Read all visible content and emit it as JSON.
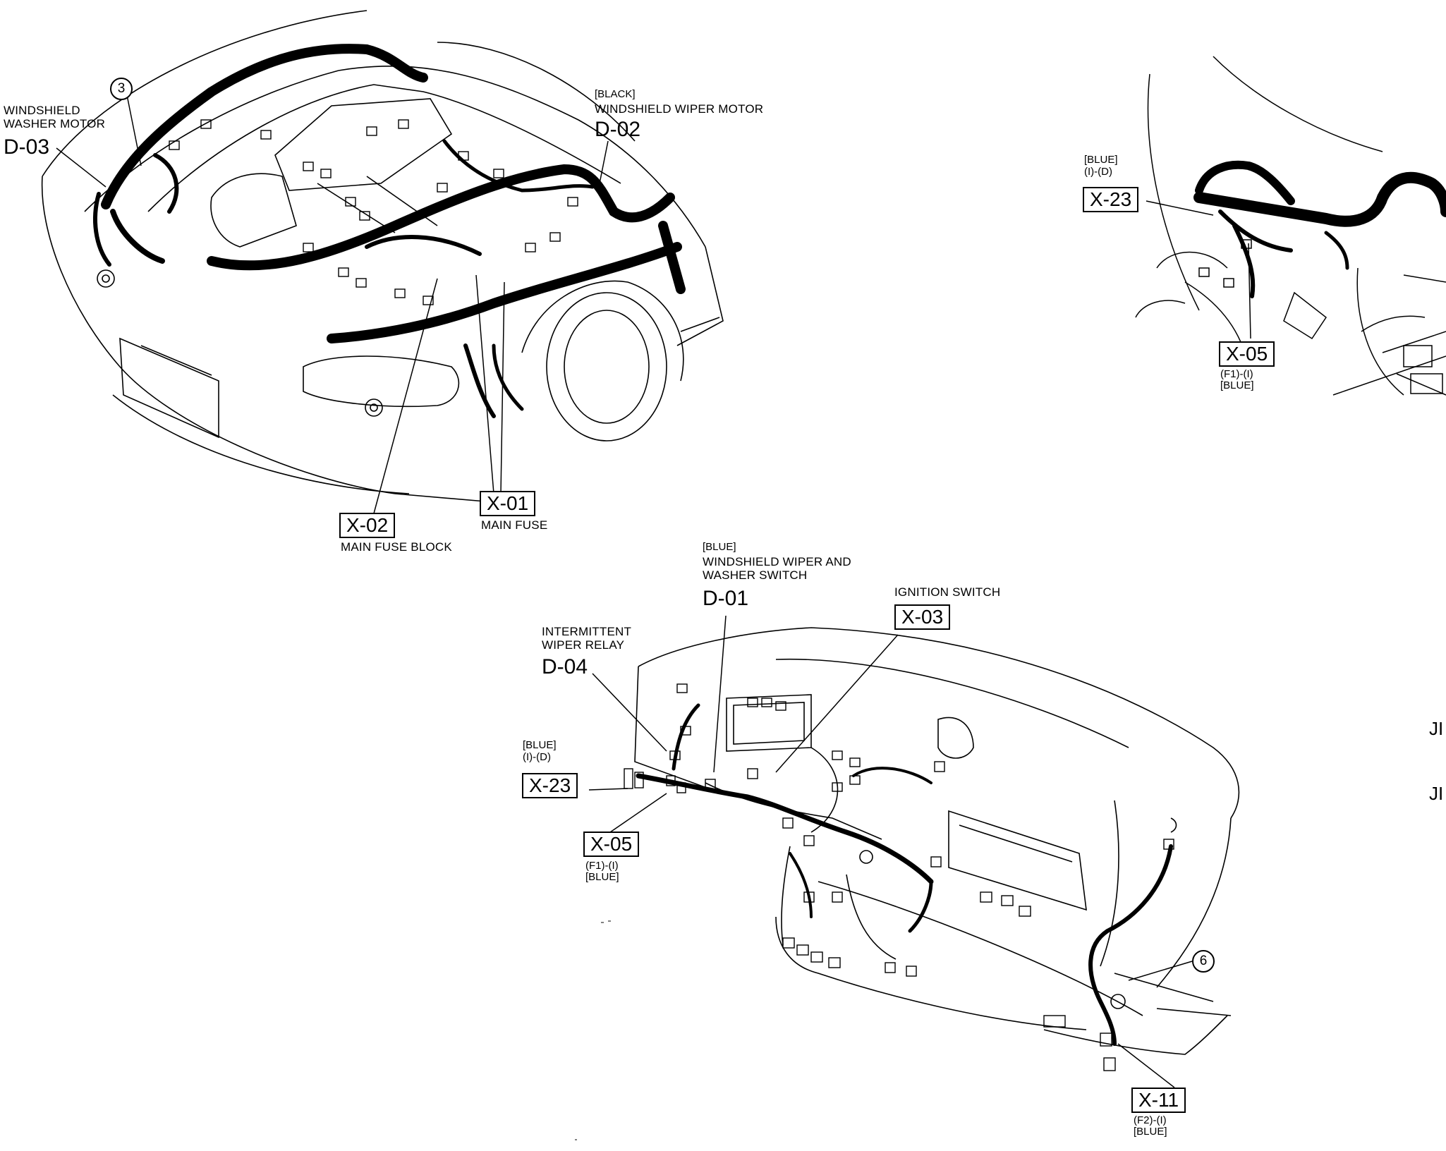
{
  "engine": {
    "washer_motor": {
      "line1": "WINDSHIELD",
      "line2": "WASHER MOTOR",
      "code": "D-03"
    },
    "callout_3": "3",
    "wiper_motor": {
      "color": "[BLACK]",
      "name": "WINDSHIELD WIPER MOTOR",
      "code": "D-02"
    },
    "main_fuse_block": {
      "code": "X-02",
      "name": "MAIN FUSE BLOCK"
    },
    "main_fuse": {
      "code": "X-01",
      "name": "MAIN FUSE"
    }
  },
  "side": {
    "x23": {
      "color": "[BLUE]",
      "route": "(I)-(D)",
      "code": "X-23"
    },
    "x05": {
      "code": "X-05",
      "route": "(F1)-(I)",
      "color": "[BLUE]"
    }
  },
  "dash": {
    "switch": {
      "color": "[BLUE]",
      "line1": "WINDSHIELD WIPER AND",
      "line2": "WASHER SWITCH",
      "code": "D-01"
    },
    "ignition": {
      "name": "IGNITION SWITCH",
      "code": "X-03"
    },
    "relay": {
      "line1": "INTERMITTENT",
      "line2": "WIPER RELAY",
      "code": "D-04"
    },
    "x23": {
      "color": "[BLUE]",
      "route": "(I)-(D)",
      "code": "X-23"
    },
    "x05": {
      "code": "X-05",
      "route": "(F1)-(I)",
      "color": "[BLUE]"
    },
    "callout_6": "6",
    "x11": {
      "code": "X-11",
      "route": "(F2)-(I)",
      "color": "[BLUE]"
    }
  },
  "edge_text": [
    "JI",
    "JI"
  ]
}
